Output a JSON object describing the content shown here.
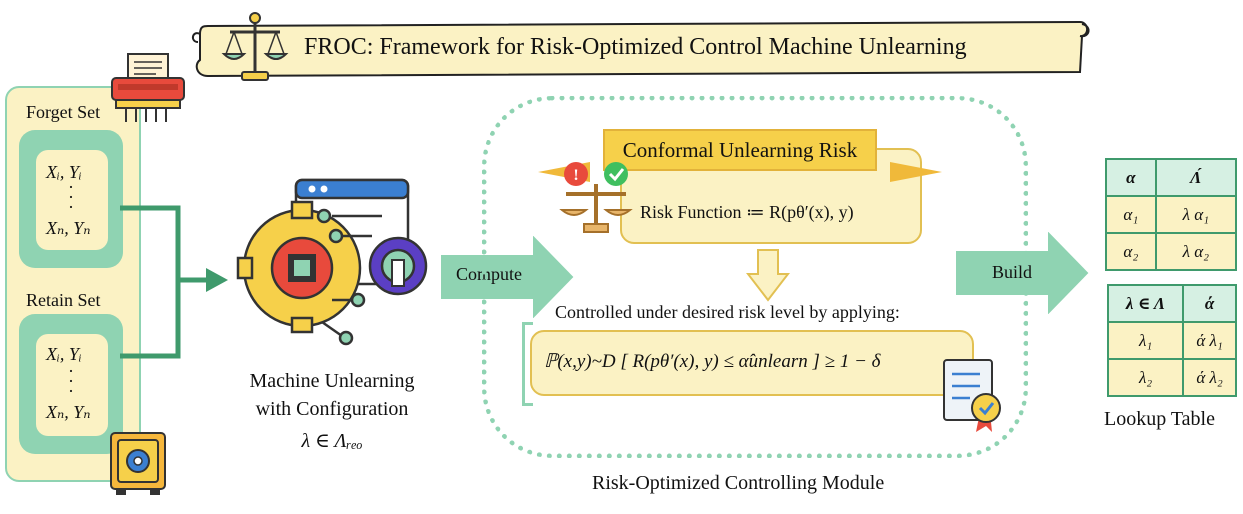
{
  "title": "FROC: Framework for Risk-Optimized Control Machine Unlearning",
  "forget_set": {
    "label": "Forget Set",
    "row1": "Xᵢ, Yᵢ",
    "row2": "Xₙ, Yₙ"
  },
  "retain_set": {
    "label": "Retain Set",
    "row1": "Xᵢ, Yᵢ",
    "row2": "Xₙ, Yₙ"
  },
  "machine_unlearning": {
    "line1": "Machine Unlearning",
    "line2": "with Configuration",
    "line3": "λ ∈ Λᵣₑₒ"
  },
  "compute_label": "Compute",
  "build_label": "Build",
  "module": {
    "banner": "Conformal Unlearning Risk",
    "risk_function": "Risk Function ≔ R(pθ′(x), y)",
    "controlled_text": "Controlled under desired risk level by applying:",
    "formula": "ℙ(x,y)~D [ R(pθ′(x), y) ≤ α̂unlearn ] ≥ 1 − δ",
    "caption": "Risk-Optimized Controlling Module"
  },
  "lookup_table": {
    "caption": "Lookup Table",
    "table1": {
      "headers": [
        "α",
        "Λ́"
      ],
      "rows": [
        [
          "α₁",
          "λ α₁"
        ],
        [
          "α₂",
          "λ α₂"
        ]
      ]
    },
    "table2": {
      "headers": [
        "λ ∈ Λ",
        "ά"
      ],
      "rows": [
        [
          "λ₁",
          "ά λ₁"
        ],
        [
          "λ₂",
          "ά λ₂"
        ]
      ]
    }
  },
  "colors": {
    "green": "#3f9a6c",
    "light_green": "#8fd3b2",
    "cream": "#fbf2c4",
    "yellow": "#f6d04a",
    "dotted": "#8fd3b2"
  }
}
